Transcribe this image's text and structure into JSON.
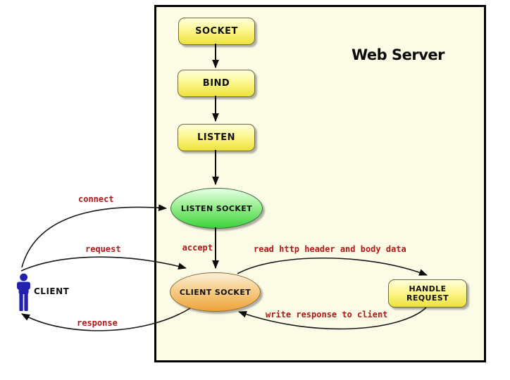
{
  "title": "Web Server",
  "nodes": {
    "socket": {
      "label": "SOCKET"
    },
    "bind": {
      "label": "BIND"
    },
    "listen": {
      "label": "LISTEN"
    },
    "listen_socket": {
      "label": "LISTEN SOCKET"
    },
    "client_socket": {
      "label": "CLIENT SOCKET"
    },
    "handle_request": {
      "label": "HANDLE REQUEST"
    },
    "client": {
      "label": "CLIENT"
    }
  },
  "edges": {
    "connect": {
      "label": "connect"
    },
    "request": {
      "label": "request"
    },
    "response": {
      "label": "response"
    },
    "accept": {
      "label": "accept"
    },
    "read_http": {
      "label": "read http header and body data"
    },
    "write_response": {
      "label": "write response to client"
    }
  },
  "colors": {
    "edge_label_red": "#b01818",
    "node_yellow": "#efe13c",
    "node_green": "#3bd23b",
    "node_orange": "#eea23a",
    "client_blue": "#2121ad",
    "server_background": "#fbfbe6"
  }
}
